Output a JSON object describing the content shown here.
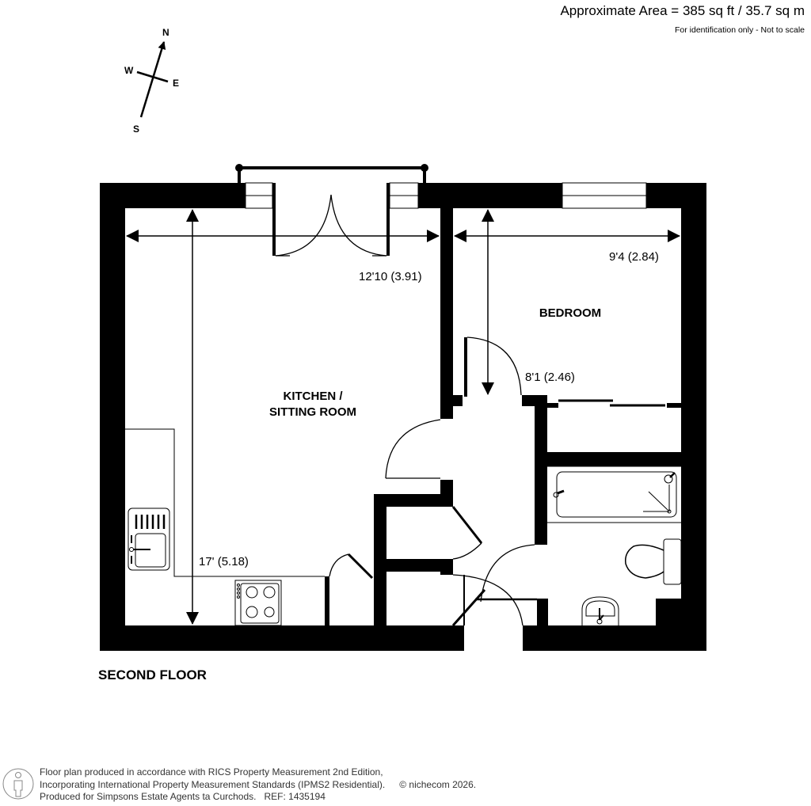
{
  "header": {
    "area": "Approximate Area = 385 sq ft / 35.7 sq m",
    "note": "For identification only - Not to scale"
  },
  "compass": {
    "north": "N",
    "south": "S",
    "east": "E",
    "west": "W"
  },
  "rooms": [
    {
      "name": "KITCHEN /",
      "name2": "SITTING ROOM",
      "width_dim": "12'10 (3.91)",
      "length_dim": "17' (5.18)"
    },
    {
      "name": "BEDROOM",
      "width_dim": "9'4 (2.84)",
      "length_dim": "8'1 (2.46)"
    }
  ],
  "floor_label": "SECOND FLOOR",
  "footer": {
    "line1": "Floor plan produced in accordance with RICS Property Measurement 2nd Edition,",
    "line2": "Incorporating International Property Measurement Standards (IPMS2 Residential).",
    "copyright": "© nichecom 2026.",
    "line3": "Produced for Simpsons Estate Agents ta Curchods.",
    "ref": "REF: 1435194"
  },
  "colors": {
    "wall": "#000000",
    "background": "#ffffff",
    "text": "#000000",
    "footer_text": "#333333"
  }
}
